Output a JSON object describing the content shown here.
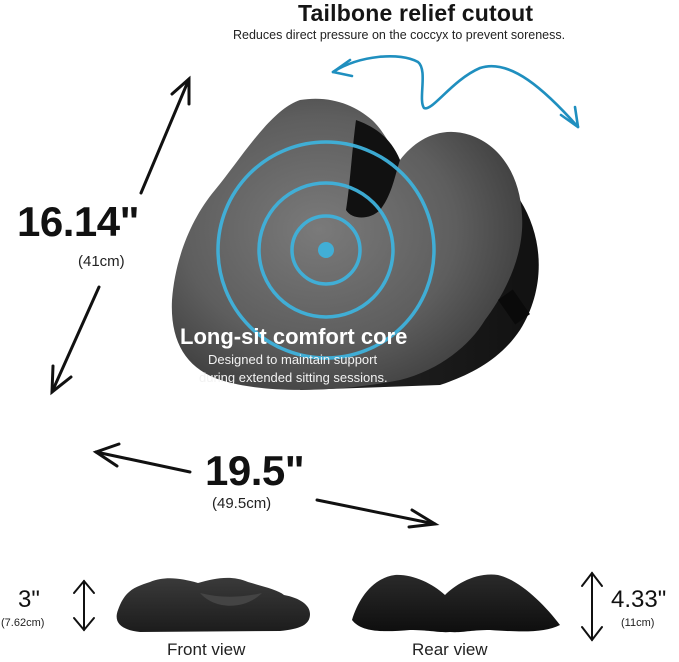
{
  "header": {
    "title": "Tailbone relief cutout",
    "subtitle": "Reduces direct pressure on the coccyx to prevent soreness."
  },
  "dimensions": {
    "depth": {
      "value": "16.14\"",
      "metric": "(41cm)"
    },
    "width": {
      "value": "19.5\"",
      "metric": "(49.5cm)"
    },
    "front_height": {
      "value": "3\"",
      "metric": "(7.62cm)"
    },
    "rear_height": {
      "value": "4.33\"",
      "metric": "(11cm)"
    }
  },
  "feature": {
    "title": "Long-sit comfort core",
    "line1": "Designed to maintain support",
    "line2": "during extended sitting sessions."
  },
  "views": {
    "front_label": "Front view",
    "rear_label": "Rear view"
  },
  "colors": {
    "accent_blue": "#3fb2dc",
    "arrow_blue": "#1f8fbf",
    "cushion_dark": "#2a2a2a",
    "cushion_mid": "#5a5a5a"
  }
}
